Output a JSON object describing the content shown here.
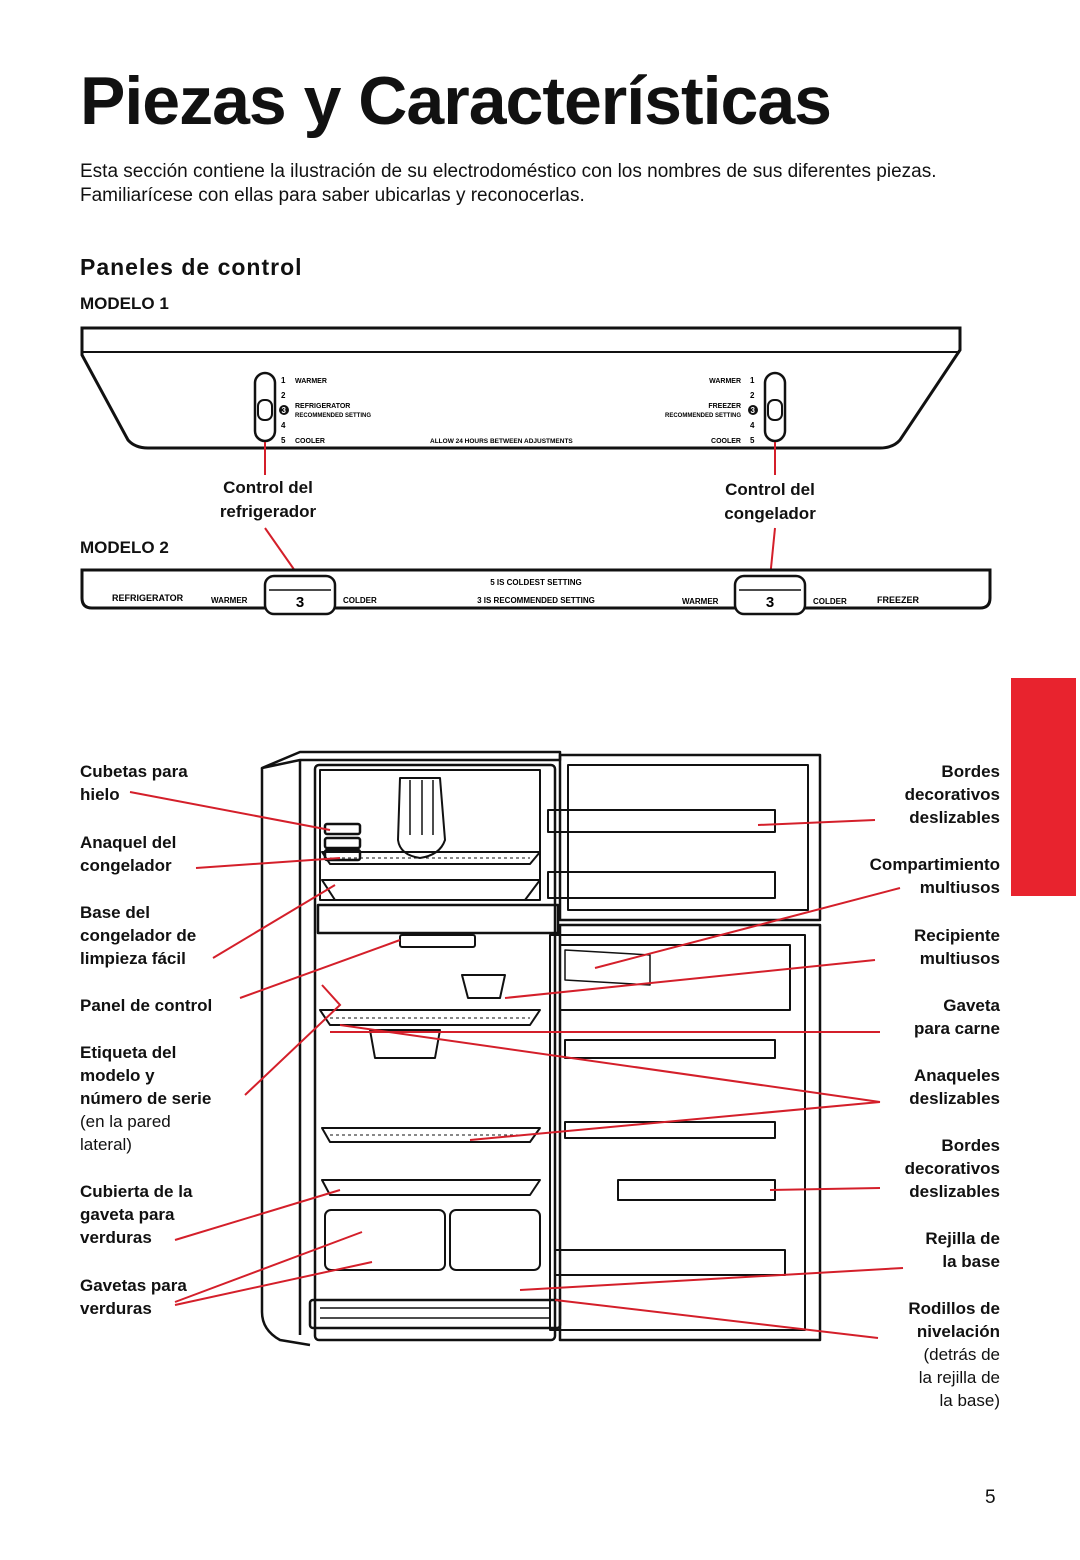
{
  "title": "Piezas y Características",
  "intro": "Esta sección contiene la ilustración de su electrodoméstico con los nombres de sus diferentes piezas. Familiarícese con ellas para saber ubicarlas y reconocerlas.",
  "section_title": "Paneles de control",
  "model1": {
    "label": "MODELO 1",
    "left_scale": [
      "1",
      "2",
      "3",
      "4",
      "5"
    ],
    "left_warmer": "WARMER",
    "left_name": "REFRIGERATOR",
    "left_rec": "RECOMMENDED SETTING",
    "left_cooler": "COOLER",
    "center_note": "ALLOW 24 HOURS BETWEEN ADJUSTMENTS",
    "right_warmer": "WARMER",
    "right_name": "FREEZER",
    "right_rec": "RECOMMENDED SETTING",
    "right_cooler": "COOLER"
  },
  "control_refrigerator": [
    "Control del",
    "refrigerador"
  ],
  "control_freezer": [
    "Control del",
    "congelador"
  ],
  "model2": {
    "label": "MODELO 2",
    "refrigerator": "REFRIGERATOR",
    "warmer_left": "WARMER",
    "dial_left": "3",
    "colder_left": "COLDER",
    "coldest_note": "5 IS COLDEST SETTING",
    "recommended_note": "3 IS RECOMMENDED SETTING",
    "warmer_right": "WARMER",
    "dial_right": "3",
    "colder_right": "COLDER",
    "freezer": "FREEZER"
  },
  "left_labels": [
    {
      "lines": [
        "Cubetas para",
        "hielo"
      ]
    },
    {
      "lines": [
        "Anaquel del",
        "congelador"
      ]
    },
    {
      "lines": [
        "Base del",
        "congelador de",
        "limpieza fácil"
      ]
    },
    {
      "lines": [
        "Panel de control"
      ]
    },
    {
      "lines": [
        "Etiqueta del",
        "modelo y",
        "número de serie"
      ],
      "sub": [
        "en la pared",
        "lateral)"
      ],
      "sub_prefix": "("
    },
    {
      "lines": [
        "Cubierta de la",
        "gaveta para",
        "verduras"
      ]
    },
    {
      "lines": [
        "Gavetas para",
        "verduras"
      ]
    }
  ],
  "right_labels": [
    {
      "lines": [
        "Bordes",
        "decorativos",
        "deslizables"
      ]
    },
    {
      "lines": [
        "Compartimiento",
        "multiusos"
      ]
    },
    {
      "lines": [
        "Recipiente",
        "multiusos"
      ]
    },
    {
      "lines": [
        "Gaveta",
        "para carne"
      ]
    },
    {
      "lines": [
        "Anaqueles",
        "deslizables"
      ]
    },
    {
      "lines": [
        "Bordes",
        "decorativos",
        "deslizables"
      ]
    },
    {
      "lines": [
        "Rejilla de",
        "la base"
      ]
    },
    {
      "lines": [
        "Rodillos de",
        "nivelación"
      ],
      "sub": [
        "(detrás de",
        "la rejilla de",
        "la base)"
      ]
    }
  ],
  "page_number": "5",
  "colors": {
    "accent": "#e8232e",
    "line": "#d41f2a",
    "text": "#111111"
  }
}
